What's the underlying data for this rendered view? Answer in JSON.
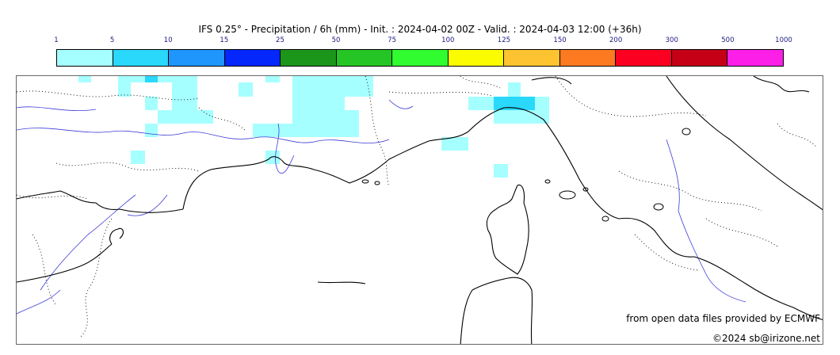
{
  "title": "IFS 0.25° - Precipitation / 6h (mm) - Init. : 2024-04-02 00Z - Valid. : 2024-04-03 12:00 (+36h)",
  "colorbar": {
    "ticks": [
      "1",
      "5",
      "10",
      "15",
      "25",
      "50",
      "75",
      "100",
      "125",
      "150",
      "200",
      "300",
      "500",
      "1000"
    ],
    "colors": [
      "#a6ffff",
      "#29d8fb",
      "#1e96fb",
      "#0427fb",
      "#1b961b",
      "#25c525",
      "#30fc30",
      "#fcfc00",
      "#fdc330",
      "#fd7a21",
      "#fc0021",
      "#c50016",
      "#fc1fe8"
    ]
  },
  "precip_cells": [
    {
      "class": "1-5",
      "color": "#a6ffff"
    },
    {
      "class": "5-10",
      "color": "#29d8fb"
    }
  ],
  "map_colors": {
    "coast": "#000000",
    "rivers": "#3b3bd9",
    "borders": "#000000"
  },
  "credits": {
    "source": "from open data files provided by ECMWF",
    "copyright": "©2024 sb@irizone.net"
  }
}
